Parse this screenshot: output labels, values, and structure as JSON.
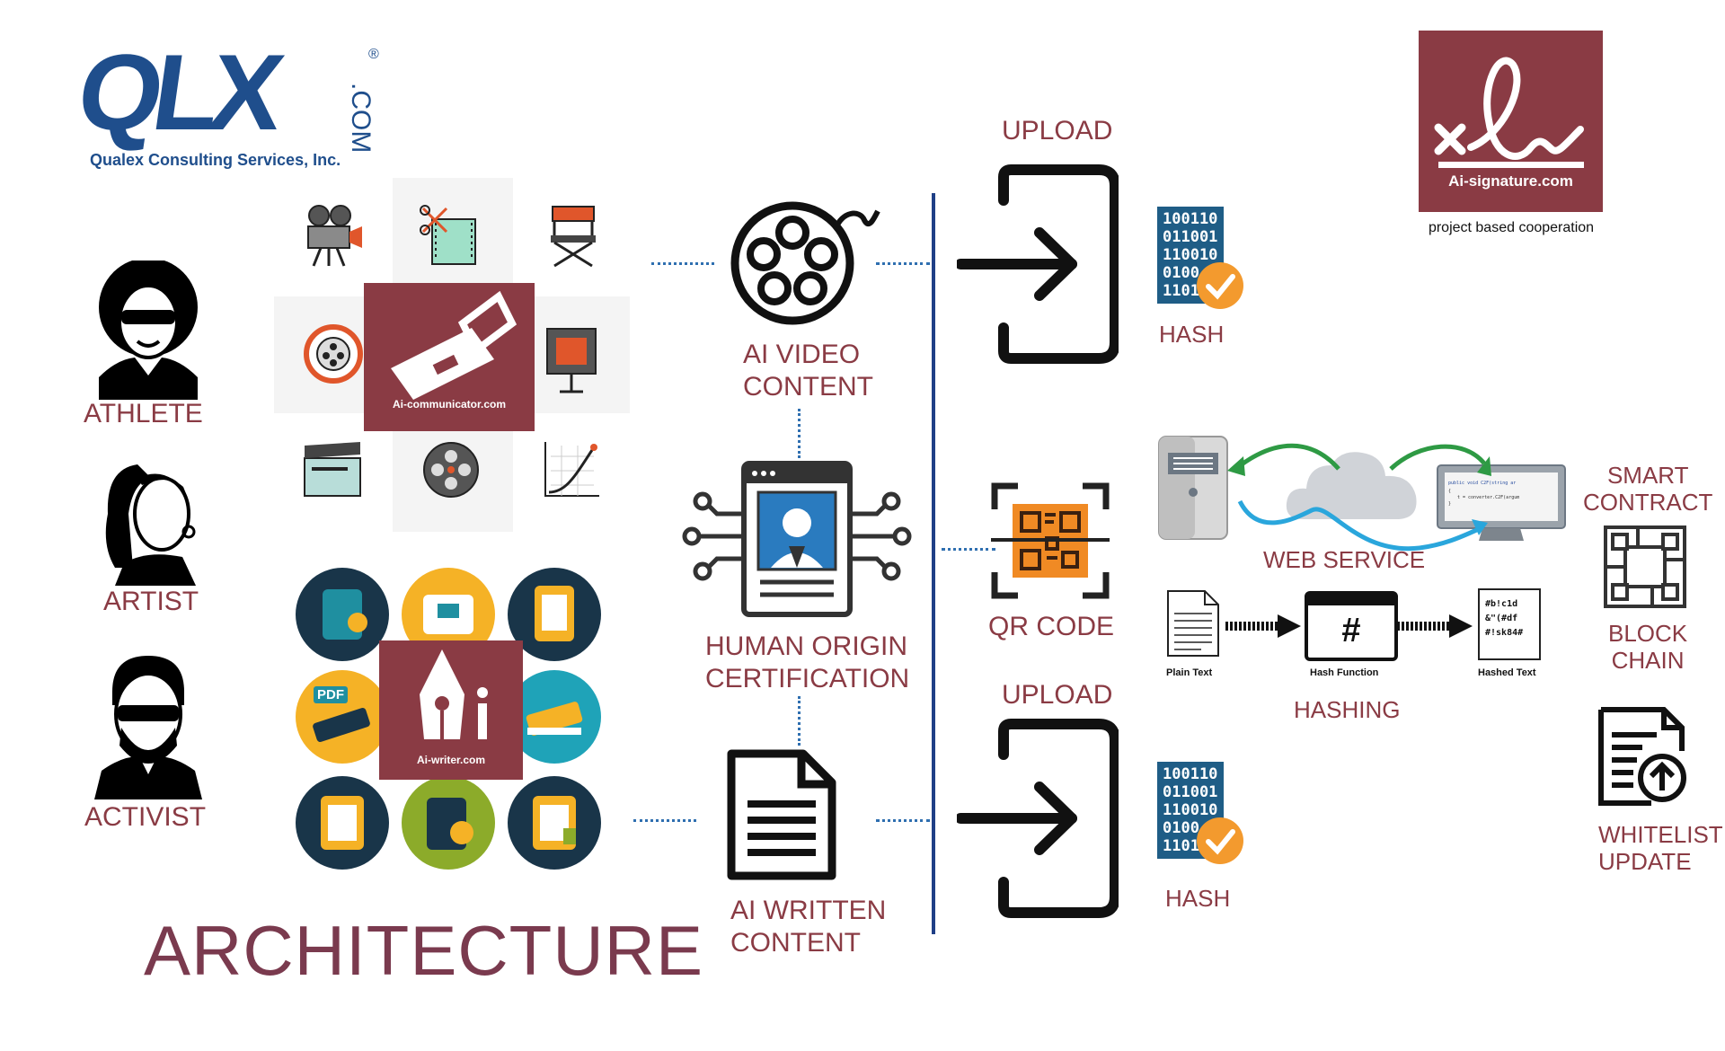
{
  "logo": {
    "brand": "QLX",
    "suffix": ".COM",
    "registered": "®",
    "tagline": "Qualex Consulting Services, Inc."
  },
  "signature_badge": {
    "site": "Ai-signature.com",
    "caption": "project based cooperation"
  },
  "personas": {
    "athlete": "ATHLETE",
    "artist": "ARTIST",
    "activist": "ACTIVIST"
  },
  "communicator": {
    "site": "Ai-communicator.com"
  },
  "writer": {
    "site": "Ai-writer.com",
    "pdf": "PDF"
  },
  "title": "ARCHITECTURE",
  "flow": {
    "video": "AI VIDEO\nCONTENT",
    "human": "HUMAN ORIGIN\nCERTIFICATION",
    "written": "AI WRITTEN\nCONTENT",
    "qr": "QR CODE",
    "upload_top": "UPLOAD",
    "upload_bottom": "UPLOAD",
    "hash_top": "HASH",
    "hash_bottom": "HASH",
    "binary_lines": [
      "100110",
      "011001",
      "110010",
      "0100",
      "1101"
    ]
  },
  "web_service": {
    "label": "WEB SERVICE",
    "code_line1": "public void C2F(string ar",
    "code_line2": "{",
    "code_line3": "t = converter.C2F(argum",
    "code_line4": "}"
  },
  "hashing": {
    "label": "HASHING",
    "plain": "Plain Text",
    "function": "Hash Function",
    "hashed": "Hashed Text",
    "hash_symbol": "#",
    "hashed_sample": "#b!c1d\n&\"(#df\n#!sk84#"
  },
  "right_column": {
    "smart_contract": "SMART\nCONTRACT",
    "block_chain": "BLOCK\nCHAIN",
    "whitelist": "WHITELIST\nUPDATE"
  },
  "colors": {
    "maroon": "#8a3b44",
    "blue_logo": "#1f4e8c",
    "dotted_blue": "#2f6fb0",
    "navy_divider": "#1f3f86",
    "orange_check": "#f39a2e",
    "qr_orange": "#f08a24",
    "green_arrow": "#2e9a44",
    "cyan_arrow": "#2aa6dc"
  }
}
